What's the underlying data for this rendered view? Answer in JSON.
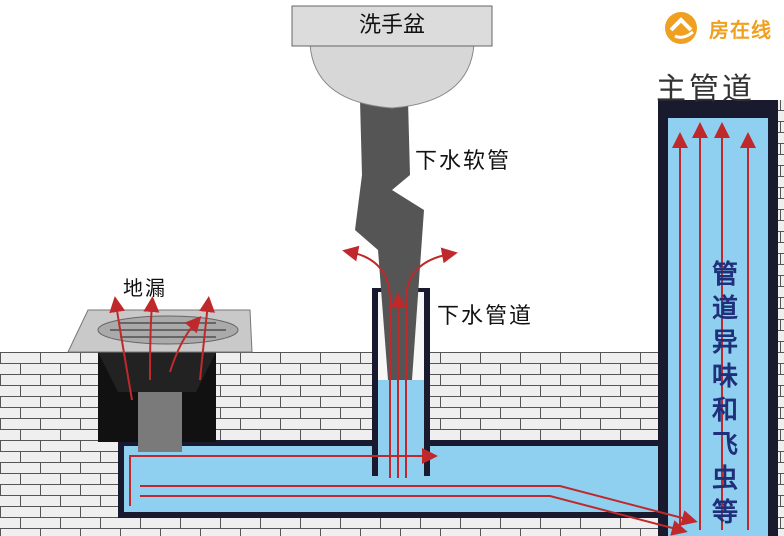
{
  "labels": {
    "basin": "洗手盆",
    "hose": "下水软管",
    "floor_drain": "地漏",
    "drain_pipe": "下水管道",
    "main_pipe": "主管道",
    "smell_insects": "管道异味和飞虫等"
  },
  "logo": {
    "text": "房在线",
    "icon": "house-logo-icon"
  },
  "colors": {
    "water": "#8fd0f0",
    "pipe_wall": "#1a1a2e",
    "brick_bg": "#e9e9e9",
    "arrow": "#c0292b",
    "hose": "#555555",
    "logo": "#f0a020"
  }
}
